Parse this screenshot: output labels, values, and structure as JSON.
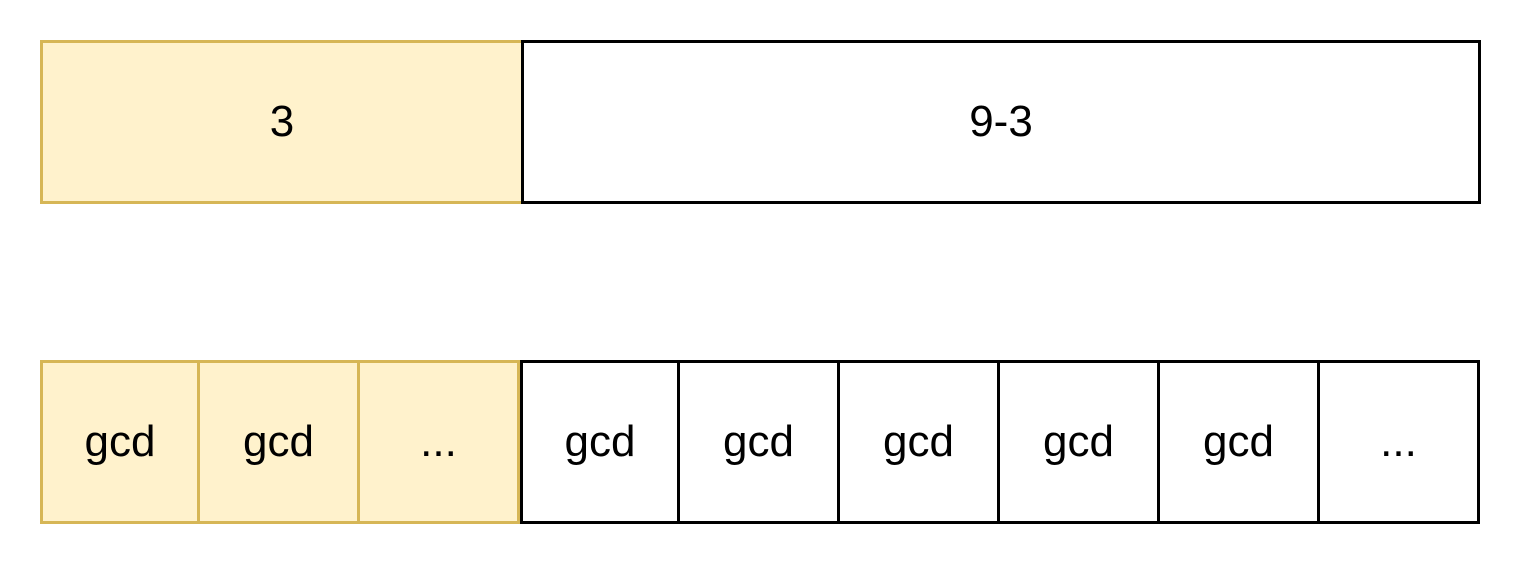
{
  "top_row": {
    "left_label": "3",
    "right_label": "9-3",
    "highlight_color": "#fff2cc",
    "highlight_border": "#d6b656"
  },
  "bottom_row": {
    "highlighted_cells": [
      "gcd",
      "gcd",
      "..."
    ],
    "plain_cells": [
      "gcd",
      "gcd",
      "gcd",
      "gcd",
      "gcd",
      "..."
    ]
  }
}
